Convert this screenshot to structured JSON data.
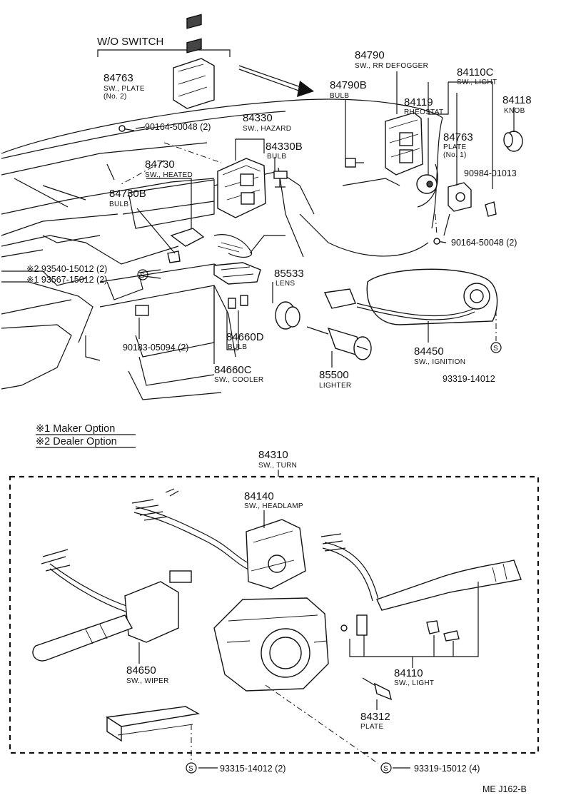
{
  "header": {
    "wo_switch": "W/O SWITCH"
  },
  "parts": {
    "p84763_top": {
      "num": "84763",
      "l1": "SW., PLATE",
      "l2": "(No. 2)"
    },
    "p84790": {
      "num": "84790",
      "l1": "SW., RR DEFOGGER"
    },
    "p84790b": {
      "num": "84790B",
      "l1": "BULB"
    },
    "p84110c": {
      "num": "84110C",
      "l1": "SW., LIGHT"
    },
    "p84119": {
      "num": "84119",
      "l1": "RHEOSTAT"
    },
    "p84118": {
      "num": "84118",
      "l1": "KNOB"
    },
    "p84763_plate": {
      "num": "84763",
      "l1": "PLATE",
      "l2": "(No. 1)"
    },
    "p90984": {
      "num": "90984-01013"
    },
    "p90164_right": {
      "num": "90164-50048 (2)"
    },
    "p90164_left": {
      "num": "90164-50048 (2)"
    },
    "p84330": {
      "num": "84330",
      "l1": "SW., HAZARD"
    },
    "p84330b": {
      "num": "84330B",
      "l1": "BULB"
    },
    "p84730": {
      "num": "84730",
      "l1": "SW., HEATED"
    },
    "p84730b": {
      "num": "84730B",
      "l1": "BULB"
    },
    "p93540": {
      "num": "※2 93540-15012 (2)"
    },
    "p93567": {
      "num": "※1 93567-15012 (2)"
    },
    "p85533": {
      "num": "85533",
      "l1": "LENS"
    },
    "p84450": {
      "num": "84450",
      "l1": "SW., IGNITION"
    },
    "p93319_14012": {
      "num": "93319-14012"
    },
    "p90183": {
      "num": "90183-05094 (2)"
    },
    "p84660d": {
      "num": "84660D",
      "l1": "BULB"
    },
    "p84660c": {
      "num": "84660C",
      "l1": "SW., COOLER"
    },
    "p85500": {
      "num": "85500",
      "l1": "LIGHTER"
    },
    "p84310": {
      "num": "84310",
      "l1": "SW., TURN"
    },
    "p84140": {
      "num": "84140",
      "l1": "SW., HEADLAMP"
    },
    "p84650": {
      "num": "84650",
      "l1": "SW., WIPER"
    },
    "p84110": {
      "num": "84110",
      "l1": "SW., LIGHT"
    },
    "p84312": {
      "num": "84312",
      "l1": "PLATE"
    },
    "p93315": {
      "num": "93315-14012 (2)"
    },
    "p93319_15012": {
      "num": "93319-15012 (4)"
    }
  },
  "legend": {
    "maker": "※1 Maker Option",
    "dealer": "※2 Dealer Option"
  },
  "symbols": {
    "s": "S"
  },
  "footer": {
    "code": "ME  J162-B"
  }
}
